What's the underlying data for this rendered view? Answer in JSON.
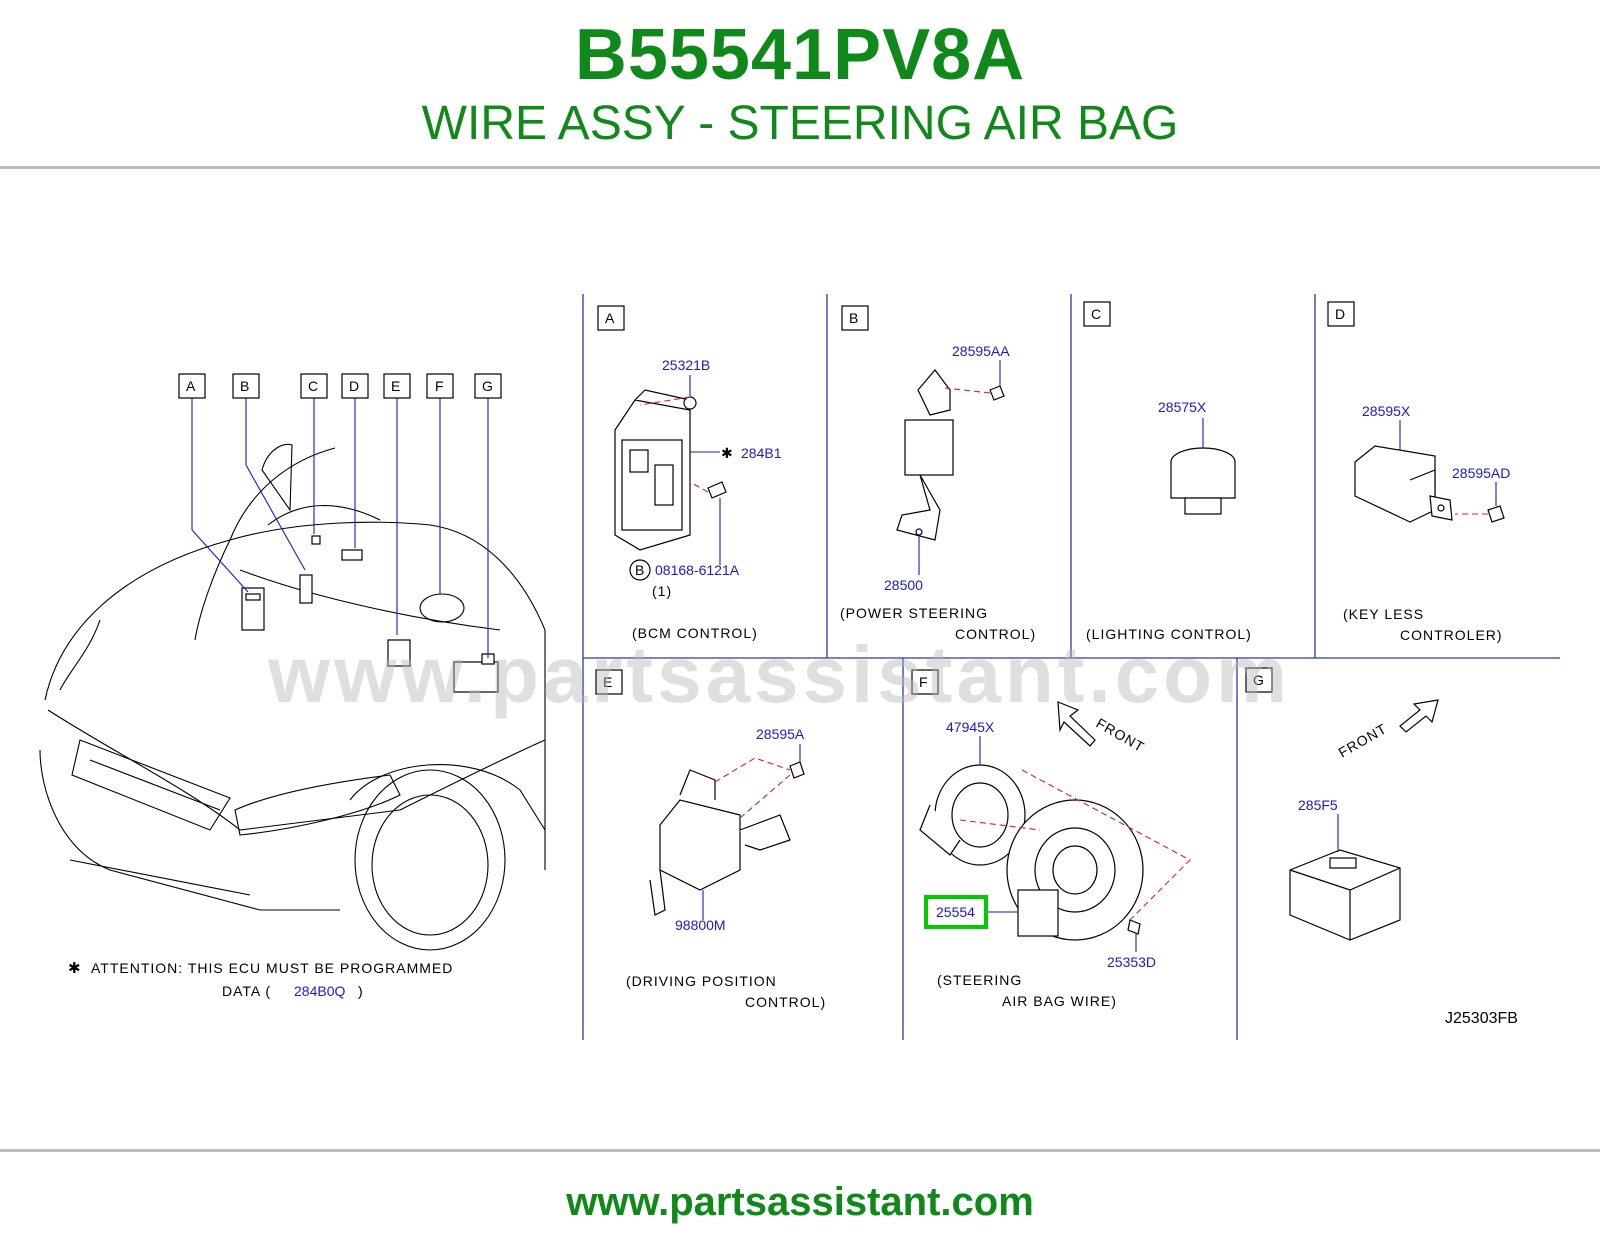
{
  "header": {
    "part_number": "B55541PV8A",
    "part_name": "WIRE ASSY - STEERING AIR BAG"
  },
  "overview": {
    "callouts": [
      "A",
      "B",
      "C",
      "D",
      "E",
      "F",
      "G"
    ],
    "attention_line1": "ATTENTION:  THIS  ECU  MUST  BE  PROGRAMMED",
    "attention_line2_prefix": "DATA  (",
    "attention_part": "284B0Q",
    "attention_line2_suffix": ")"
  },
  "panels": {
    "A": {
      "letter": "A",
      "parts": [
        "25321B",
        "284B1",
        "08168-6121A"
      ],
      "bolt_marker": "B",
      "qty": "(1)",
      "caption": [
        "(BCM   CONTROL)"
      ]
    },
    "B": {
      "letter": "B",
      "parts": [
        "28595AA",
        "28500"
      ],
      "caption": [
        "(POWER   STEERING",
        "CONTROL)"
      ]
    },
    "C": {
      "letter": "C",
      "parts": [
        "28575X"
      ],
      "caption": [
        "(LIGHTING        CONTROL)"
      ]
    },
    "D": {
      "letter": "D",
      "parts": [
        "28595X",
        "28595AD"
      ],
      "caption": [
        "(KEY   LESS",
        "CONTROLER)"
      ]
    },
    "E": {
      "letter": "E",
      "parts": [
        "28595A",
        "98800M"
      ],
      "caption": [
        "(DRIVING   POSITION",
        "CONTROL)"
      ]
    },
    "F": {
      "letter": "F",
      "parts": [
        "47945X",
        "25554",
        "25353D"
      ],
      "front": "FRONT",
      "caption": [
        "(STEERING",
        "AIR   BAG   WIRE)"
      ]
    },
    "G": {
      "letter": "G",
      "parts": [
        "285F5"
      ],
      "front": "FRONT"
    }
  },
  "highlighted_part": "25554",
  "diagram_code": "J25303FB",
  "watermark": "www.partsassistant.com",
  "footer": {
    "url": "www.partsassistant.com"
  },
  "colors": {
    "brand_green": "#0f8a1a",
    "part_number_blue": "#1a1acc",
    "highlight_green": "#00cc00",
    "divider": "#2a3aa8",
    "dash_red": "#e02020"
  }
}
